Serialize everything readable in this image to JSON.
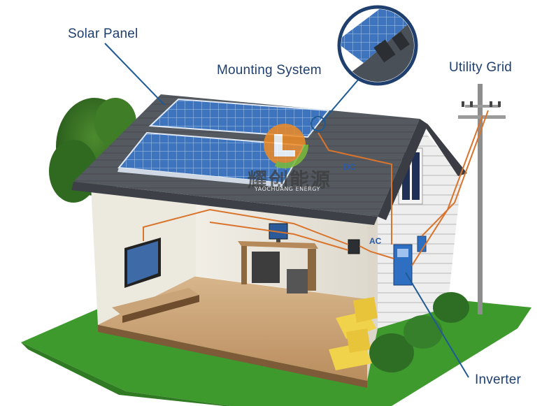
{
  "labels": {
    "solar_panel": "Solar Panel",
    "mounting_system": "Mounting System",
    "utility_grid": "Utility Grid",
    "inverter": "Inverter",
    "dc": "DC",
    "ac": "AC"
  },
  "watermark": {
    "chinese": "耀创能源",
    "english": "YAOCHUANG ENERGY"
  },
  "colors": {
    "callout_text": "#1f3f6e",
    "leader_line": "#1f5a95",
    "wire": "#d9742c",
    "panel": "#3b6fb7",
    "roof": "#4a4f56",
    "grass": "#3f9a2e",
    "floor": "#c9a47a"
  }
}
